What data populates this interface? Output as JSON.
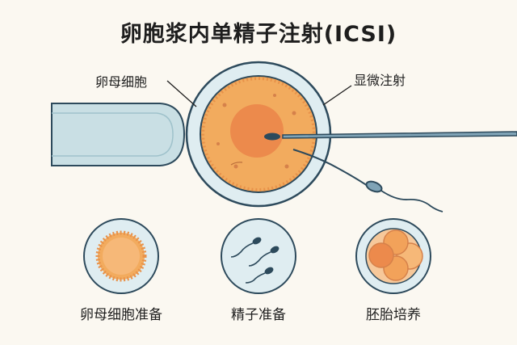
{
  "title": "卵胞浆内单精子注射(ICSI)",
  "labels": {
    "oocyte": "卵母细胞",
    "microinjection": "显微注射"
  },
  "steps": [
    {
      "label": "卵母细胞准备",
      "icon": "oocyte-icon"
    },
    {
      "label": "精子准备",
      "icon": "sperm-icon"
    },
    {
      "label": "胚胎培养",
      "icon": "embryo-icon"
    }
  ],
  "colors": {
    "background": "#fbf8f1",
    "pipette": "#c9dfe4",
    "zona": "#dfedf1",
    "cytoplasm": "#f2ab5e",
    "nucleus": "#ec8a4c",
    "outline": "#2d4a5c"
  }
}
